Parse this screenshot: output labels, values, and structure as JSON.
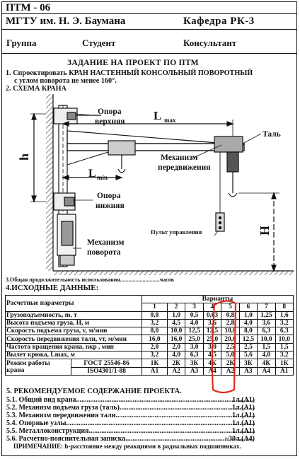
{
  "header": {
    "code": "ПТМ - 06",
    "university": "МГТУ им. Н. Э. Баумана",
    "department": "Кафедра РК-3",
    "group_label": "Группа",
    "student_label": "Студент",
    "consultant_label": "Консультант"
  },
  "title": "ЗАДАНИЕ НА ПРОЕКТ ПО ПТМ",
  "task": {
    "line1": "1. Спроектировать КРАН НАСТЕННЫЙ КОНСОЛЬНЫЙ ПОВОРОТНЫЙ",
    "line2": "с углом поворота   не менее  160°.",
    "scheme_label": "2. СХЕМА  КРАНА"
  },
  "diagram": {
    "l_max": "L",
    "l_max_sub": "max",
    "l_min": "L",
    "l_min_sub": "min",
    "h_label": "h",
    "H_label": "H",
    "support_top_1": "Опора",
    "support_top_2": "верхняя",
    "support_bottom_1": "Опора",
    "support_bottom_2": "нижняя",
    "travel_mech_1": "Механизм",
    "travel_mech_2": "передвижения",
    "rotation_mech_1": "Механизм",
    "rotation_mech_2": "поворота",
    "hoist": "Таль",
    "pendant": "Пульт управления"
  },
  "usage_line": "3.Общая продолжительность использования............................часов",
  "initial_data": "4.ИСХОДНЫЕ ДАННЫЕ:",
  "table": {
    "param_header": "Расчетные параметры",
    "variants_header": "Варианты",
    "variants": [
      "1",
      "2",
      "3",
      "4",
      "5",
      "6",
      "7",
      "8"
    ],
    "rows": [
      {
        "label": "Грузоподъемность, m, т",
        "values": [
          "0,8",
          "1,0",
          "0,5",
          "0,63",
          "0,8",
          "1,0",
          "1,25",
          "1,6"
        ]
      },
      {
        "label": "Высота подъема груза, Н, м",
        "values": [
          "3,2",
          "4,5",
          "4,0",
          "3,6",
          "2,8",
          "4,0",
          "3,6",
          "3,2"
        ]
      },
      {
        "label": "Скорость подъема груза, v, м/мин",
        "values": [
          "8,0",
          "10,0",
          "12,5",
          "12,5",
          "10,0",
          "8,0",
          "6,3",
          "6,3"
        ]
      },
      {
        "label": "Скорость передвижения тали, vт, м/мин",
        "values": [
          "16,0",
          "16,0",
          "25,0",
          "25,0",
          "20,0",
          "12,5",
          "10,0",
          "10,0"
        ]
      },
      {
        "label": "Частота вращения крана, nкр , мин",
        "values": [
          "2,0",
          "2,0",
          "3,0",
          "3,0",
          "2,5",
          "2,5",
          "1,5",
          "1,5"
        ]
      },
      {
        "label": "Вылет крюка, Lmax, м",
        "values": [
          "3,2",
          "4,0",
          "6,3",
          "4,5",
          "5,0",
          "5,6",
          "4,0",
          "3,2"
        ]
      }
    ],
    "mode_label_1": "Режим работы",
    "mode_label_2": "крана",
    "gost": "ГОСТ 25546-86",
    "iso": "ISO4301/1-88",
    "gost_values": [
      "1К",
      "2К",
      "3К",
      "4К",
      "2К",
      "3К",
      "4К",
      "1К"
    ],
    "iso_values": [
      "А1",
      "А2",
      "А3",
      "А4",
      "А2",
      "А3",
      "А4",
      "А1"
    ]
  },
  "recommendations": {
    "heading": "5. РЕКОМЕНДУЕМОЕ СОДЕРЖАНИЕ ПРОЕКТА.",
    "items": [
      {
        "label": "5.1. Общий вид крана",
        "qty": "1л.(А1)"
      },
      {
        "label": "5.2. Механизм подъема груза (таль)",
        "qty": "1л.(А1)"
      },
      {
        "label": "5.3. Механизм передвижения тали",
        "qty": "1л.(А1)"
      },
      {
        "label": "5.4. Опорные узлы",
        "qty": "1л.(А1)"
      },
      {
        "label": "5.5. Металлоконструкция",
        "qty": "1л.(А1)"
      },
      {
        "label": "5.6. Расчетно-пояснительная записка",
        "qty": "~30л.(А4)"
      }
    ],
    "note": "ПРИМЕЧАНИЕ: h-расстояние между реакциями в радиальных подшипниках."
  }
}
